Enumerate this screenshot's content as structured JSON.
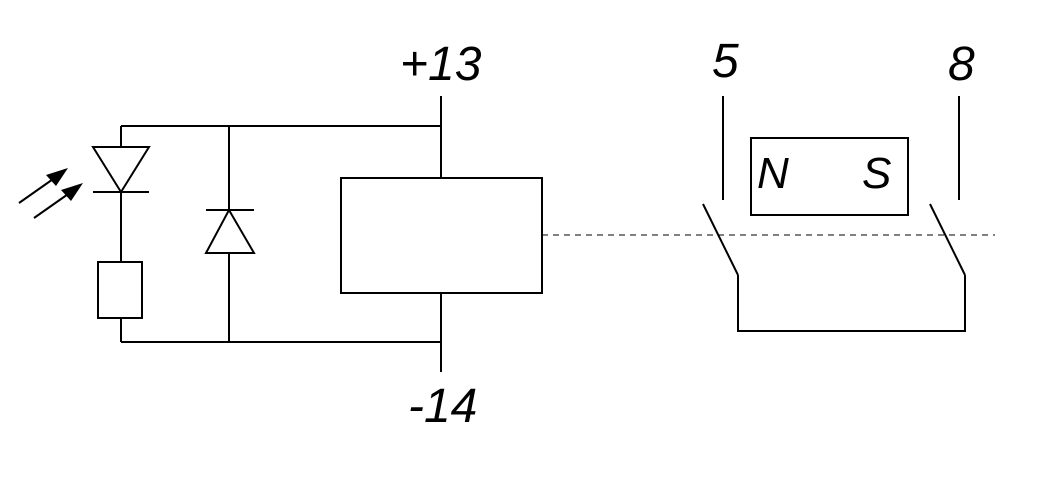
{
  "terminals": {
    "positive": "+13",
    "negative": "-14",
    "switch_left": "5",
    "switch_right": "8"
  },
  "magnet": {
    "north": "N",
    "south": "S"
  }
}
